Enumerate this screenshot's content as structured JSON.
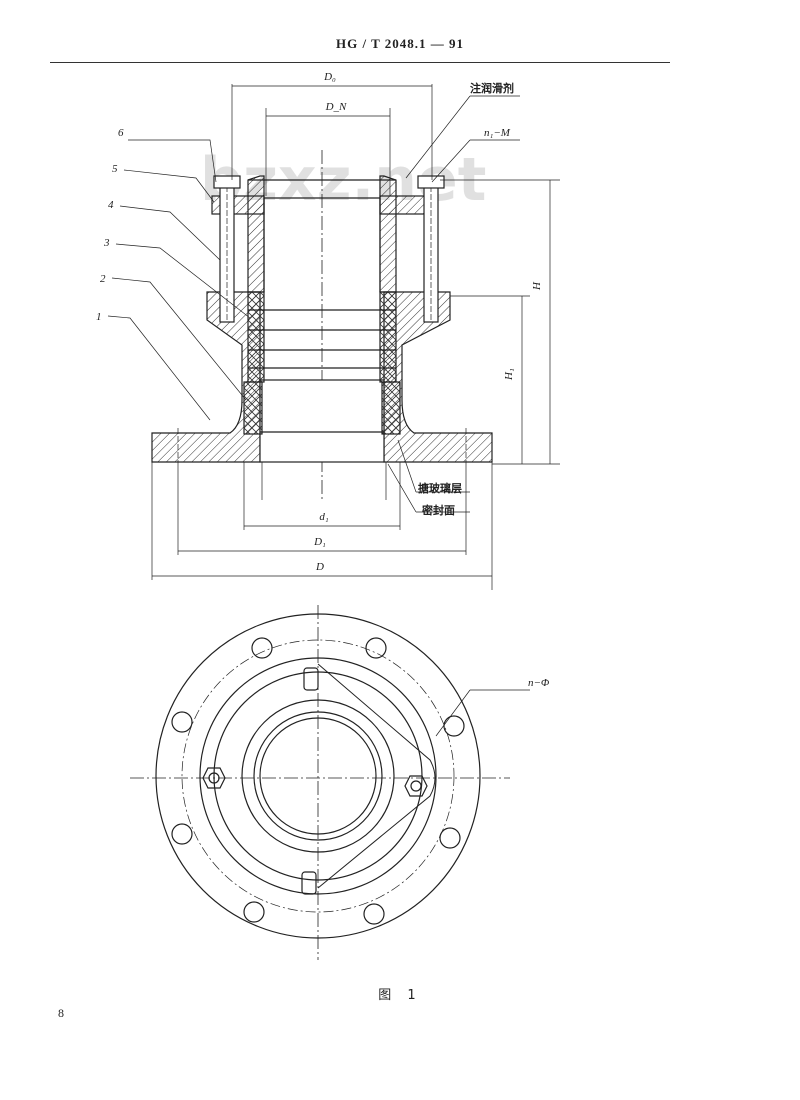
{
  "header": {
    "standard": "HG / T 2048.1 — 91"
  },
  "watermark": "bzxz.net",
  "labels": {
    "D0": "D₀",
    "DN": "D_N",
    "grease": "注润滑剂",
    "n1M": "n₁−M",
    "H": "H",
    "H1": "H₁",
    "enamel": "搪玻璃层",
    "seal_face": "密封面",
    "d1": "d₁",
    "D1": "D₁",
    "D": "D",
    "nPhi": "n−Φ"
  },
  "parts": [
    "6",
    "5",
    "4",
    "3",
    "2",
    "1"
  ],
  "caption": "图 1",
  "page_number": "8"
}
